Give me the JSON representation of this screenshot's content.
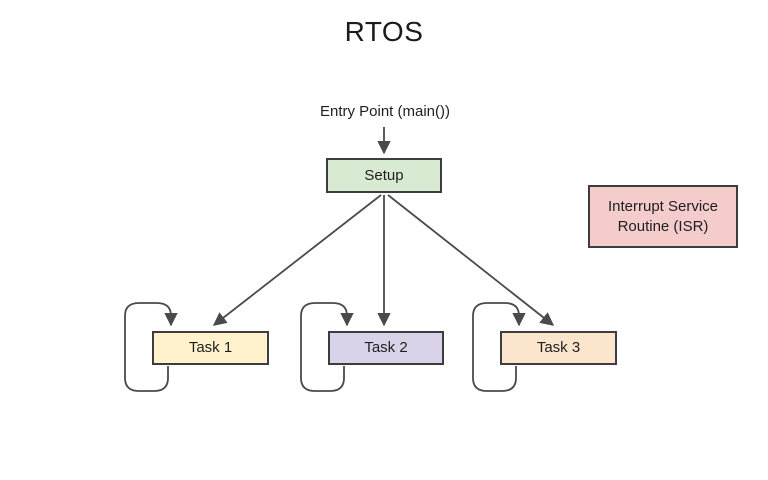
{
  "diagram": {
    "title": "RTOS",
    "entry_label": "Entry Point (main())",
    "nodes": {
      "setup": {
        "label": "Setup",
        "fill": "#d9ead3"
      },
      "task1": {
        "label": "Task 1",
        "fill": "#fff2cc"
      },
      "task2": {
        "label": "Task 2",
        "fill": "#d9d2e9"
      },
      "task3": {
        "label": "Task 3",
        "fill": "#fce5cd"
      },
      "isr": {
        "line1": "Interrupt Service",
        "line2": "Routine (ISR)",
        "fill": "#f4cccc"
      }
    },
    "edges": [
      {
        "from": "entry-point",
        "to": "setup",
        "type": "arrow"
      },
      {
        "from": "setup",
        "to": "task1",
        "type": "arrow"
      },
      {
        "from": "setup",
        "to": "task2",
        "type": "arrow"
      },
      {
        "from": "setup",
        "to": "task3",
        "type": "arrow"
      },
      {
        "from": "task1",
        "to": "task1",
        "type": "self-loop"
      },
      {
        "from": "task2",
        "to": "task2",
        "type": "self-loop"
      },
      {
        "from": "task3",
        "to": "task3",
        "type": "self-loop"
      }
    ],
    "colors": {
      "border": "#3d3d3d",
      "arrow": "#4a4a4a",
      "text": "#1f1f1f",
      "background": "#ffffff"
    }
  }
}
